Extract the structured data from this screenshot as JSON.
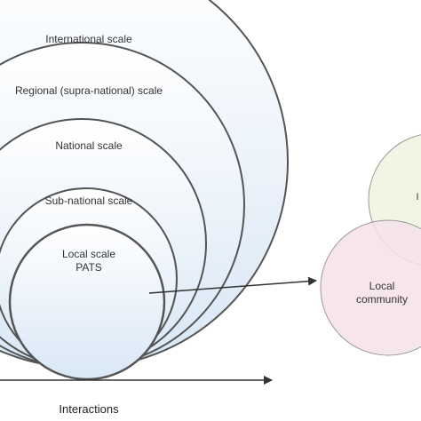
{
  "labels": {
    "international": "International scale",
    "regional": "Regional (supra-national) scale",
    "national": "National scale",
    "subnational": "Sub-national scale",
    "local_line1": "Local scale",
    "local_line2": "PATS",
    "community_line1": "Local",
    "community_line2": "community",
    "right_circle_glyph": "I",
    "axis": "Interactions"
  },
  "colors": {
    "circle_stroke": "#555555",
    "circle_fill_top": "#ffffff",
    "circle_fill_bottom": "#dbe8f6",
    "pink_circle": "#f6e0ea",
    "green_circle": "#eef5e0",
    "arrow": "#333333"
  }
}
